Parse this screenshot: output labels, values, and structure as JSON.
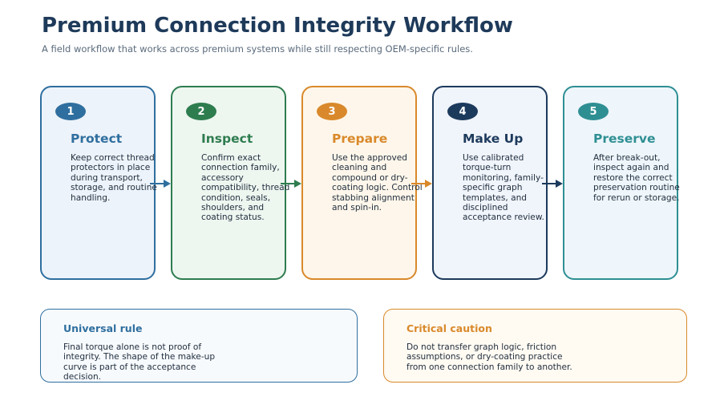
{
  "header": {
    "title": "Premium Connection Integrity Workflow",
    "subtitle": "A field workflow that works across premium systems while still respecting OEM-specific rules."
  },
  "steps": [
    {
      "number": "1",
      "title": "Protect",
      "description": "Keep correct thread protectors in place during transport, storage, and routine handling.",
      "color": "#2f6f9f",
      "fill": "#edf3fa"
    },
    {
      "number": "2",
      "title": "Inspect",
      "description": "Confirm exact connection family, accessory compatibility, thread condition, seals, shoulders, and coating status.",
      "color": "#2e7d4f",
      "fill": "#eef6f0"
    },
    {
      "number": "3",
      "title": "Prepare",
      "description": "Use the approved cleaning and compound or dry-coating logic. Control stabbing alignment and spin-in.",
      "color": "#d9892b",
      "fill": "#fef6ea"
    },
    {
      "number": "4",
      "title": "Make Up",
      "description": "Use calibrated torque-turn monitoring, family-specific graph templates, and disciplined acceptance review.",
      "color": "#1c3a5c",
      "fill": "#f0f4fb"
    },
    {
      "number": "5",
      "title": "Preserve",
      "description": "After break-out, inspect again and restore the correct preservation routine for rerun or storage.",
      "color": "#2e8f93",
      "fill": "#eef6fb"
    }
  ],
  "notes": [
    {
      "title": "Universal rule",
      "text": "Final torque alone is not proof of integrity. The shape of the make-up curve is part of the acceptance decision.",
      "color": "#2f6f9f",
      "fill": "#f7fafd"
    },
    {
      "title": "Critical caution",
      "text": "Do not transfer graph logic, friction assumptions, or dry-coating practice from one connection family to another.",
      "color": "#d9892b",
      "fill": "#fffaf2"
    }
  ]
}
